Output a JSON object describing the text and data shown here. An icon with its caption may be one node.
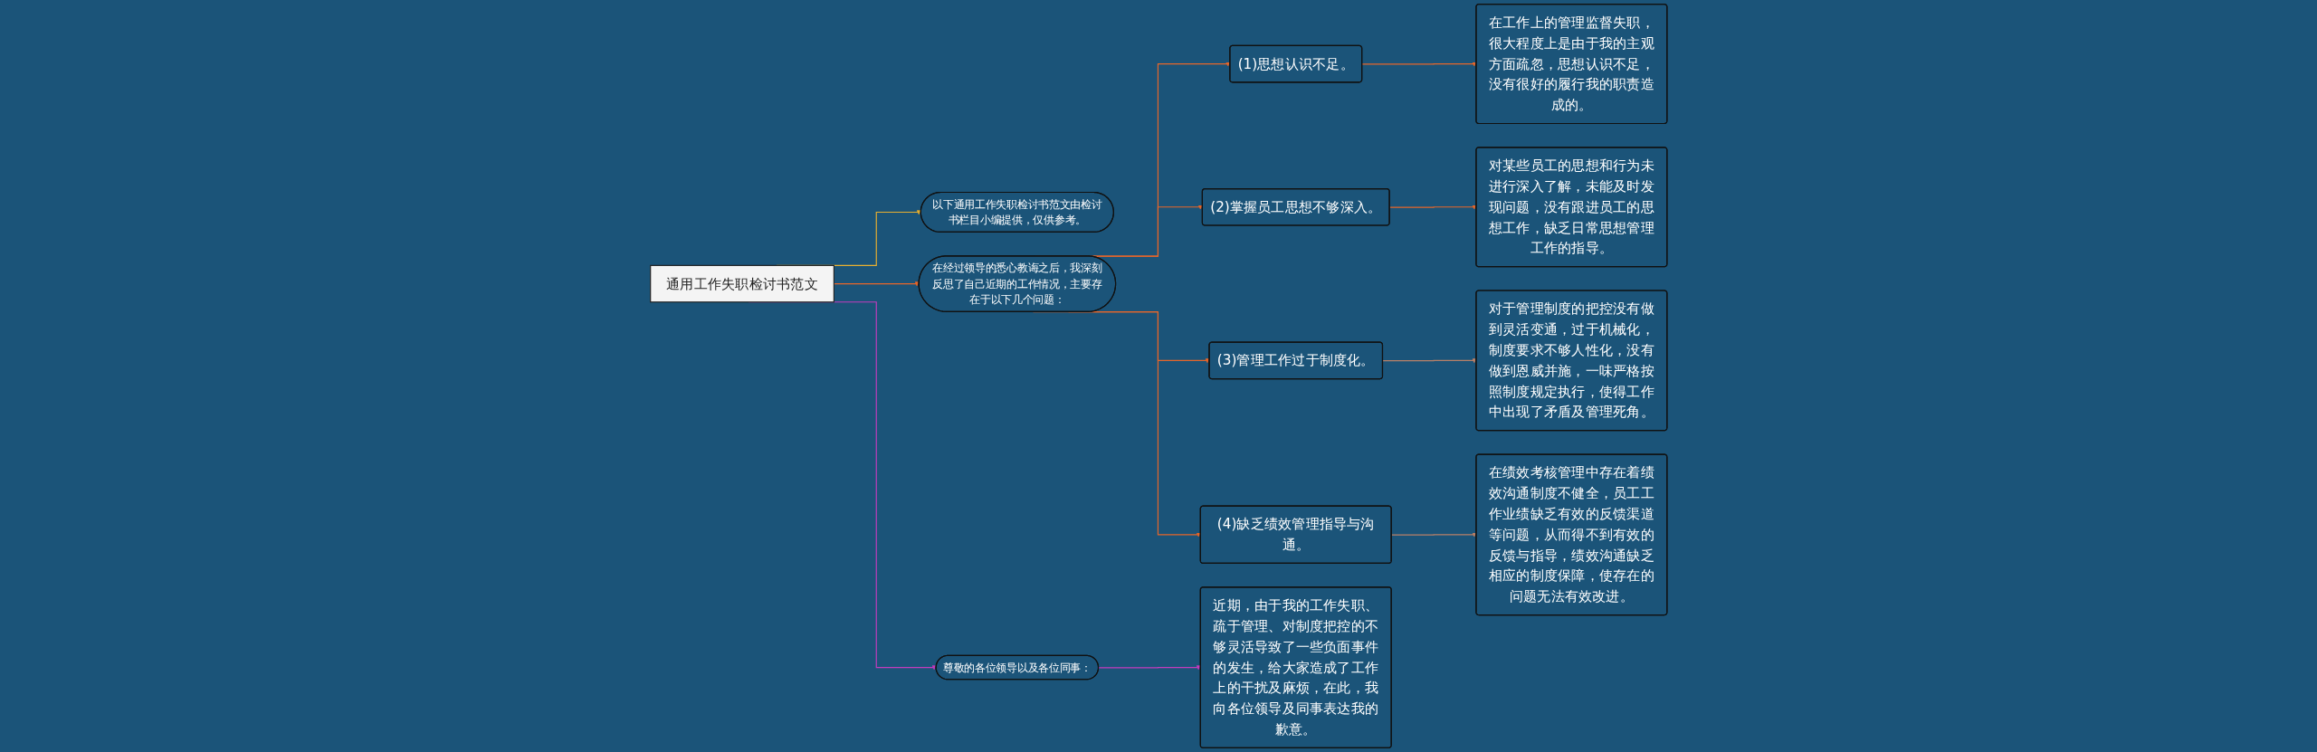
{
  "diagram": {
    "nodes": [
      {
        "text": [
          "通用工作失职检讨书范文"
        ]
      },
      {
        "text": [
          "以下通用工作失职检讨书范文由检讨书栏目小编提供，仅供参考。"
        ]
      },
      {
        "text": [
          "在经过领导的悉心教诲之后，我深刻反思了自己近期的工作情况，主要存在于以下几个问题："
        ]
      },
      {
        "text": [
          "(1)思想认识不足。"
        ]
      },
      {
        "text": [
          "在工作上的管理监督失职，很大程度上是由于我的主观方面疏忽，思想认识不足，没有很好的履行我的职责造成的。"
        ]
      },
      {
        "text": [
          "(2)掌握员工思想不够深入。"
        ]
      },
      {
        "text": [
          "对某些员工的思想和行为未进行深入了解，未能及时发现问题，没有跟进员工的思想工作，缺乏日常思想管理工作的指导。"
        ]
      },
      {
        "text": [
          "(3)管理工作过于制度化。"
        ]
      },
      {
        "text": [
          "对于管理制度的把控没有做到灵活变通，过于机械化，制度要求不够人性化，没有做到恩威并施，一味严格按照制度规定执行，使得工作中出现了矛盾及管理死角。"
        ]
      },
      {
        "text": [
          "(4)缺乏绩效管理指导与沟通。"
        ]
      },
      {
        "text": [
          "在绩效考核管理中存在着绩效沟通制度不健全，员工工作业绩缺乏有效的反馈渠道等问题，从而得不到有效的反馈与指导，绩效沟通缺乏相应的制度保障，使存在的问题无法有效改进。"
        ]
      },
      {
        "text": [
          "尊敬的各位领导以及各位同事："
        ]
      },
      {
        "text": [
          "近期，由于我的工作失职、疏于管理、对制度把控的不够灵活导致了一些负面事件的发生，给大家造成了工作上的干扰及麻烦，在此，我向各位领导及同事表达我的歉意。"
        ]
      }
    ],
    "edges": [
      {
        "from": 0,
        "to": 1,
        "arrow": "to",
        "color": "#e8b030"
      },
      {
        "from": 0,
        "to": 2,
        "arrow": "to"
      },
      {
        "from": 2,
        "to": 3,
        "arrow": "to"
      },
      {
        "from": 3,
        "to": 4,
        "arrow": "to"
      },
      {
        "from": 2,
        "to": 5,
        "arrow": "to"
      },
      {
        "from": 5,
        "to": 6,
        "arrow": "to"
      },
      {
        "from": 2,
        "to": 7,
        "arrow": "to"
      },
      {
        "from": 7,
        "to": 8,
        "arrow": "to",
        "color": "#b98068"
      },
      {
        "from": 2,
        "to": 9,
        "arrow": "to"
      },
      {
        "from": 9,
        "to": 10,
        "arrow": "to",
        "color": "#b98068"
      },
      {
        "from": 0,
        "to": 11,
        "arrow": "to",
        "color": "#c33dbd"
      },
      {
        "from": 11,
        "to": 12,
        "arrow": "to",
        "color": "#c33dbd"
      }
    ]
  }
}
